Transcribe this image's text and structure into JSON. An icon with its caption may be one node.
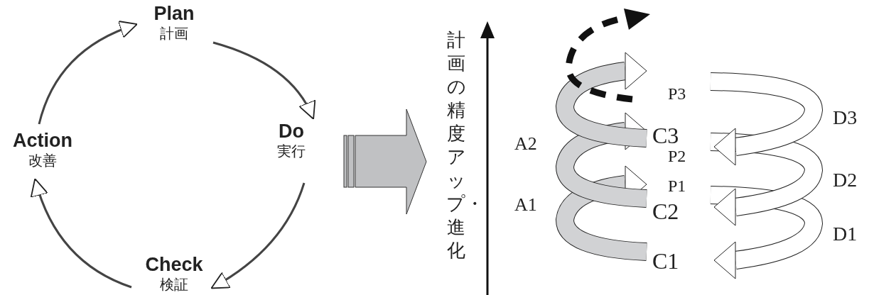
{
  "diagram": {
    "nodes": [
      {
        "text": [
          "Plan",
          "計画"
        ]
      },
      {
        "text": [
          "Do",
          "実行"
        ]
      },
      {
        "text": [
          "Check",
          "検証"
        ]
      },
      {
        "text": [
          "Action",
          "改善"
        ]
      }
    ],
    "edges": [
      {
        "from": 0,
        "to": 1,
        "arrow": "to"
      },
      {
        "from": 1,
        "to": 2,
        "arrow": "to"
      },
      {
        "from": 2,
        "to": 3,
        "arrow": "to"
      },
      {
        "from": 3,
        "to": 0,
        "arrow": "to"
      }
    ],
    "labels": [
      "計画の精度アップ・進化",
      "P3",
      "D3",
      "A2",
      "C3",
      "P2",
      "D2",
      "P1",
      "A1",
      "C2",
      "D1",
      "C1"
    ]
  }
}
